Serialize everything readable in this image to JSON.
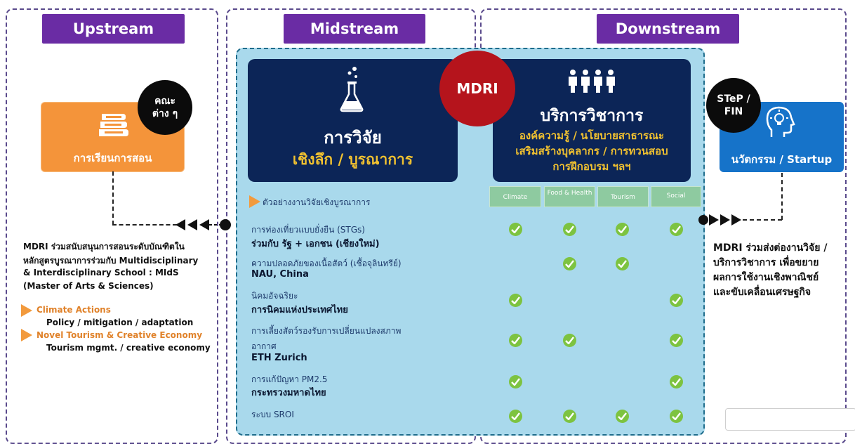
{
  "headers": {
    "upstream": "Upstream",
    "midstream": "Midstream",
    "downstream": "Downstream"
  },
  "upstream": {
    "badge": "คณะ\nต่าง ๆ",
    "card_label": "การเรียนการสอน",
    "description": [
      "MDRI ร่วมสนับสนุนการสอนระดับบัณฑิตใน",
      "หลักสูตรบูรณาการร่วมกับ Multidisciplinary",
      "& Interdisciplinary School : MIdS",
      "(Master of Arts & Sciences)"
    ],
    "bullets": [
      {
        "title": "Climate Actions",
        "sub": "Policy / mitigation / adaptation"
      },
      {
        "title": "Novel Tourism & Creative Economy",
        "sub": "Tourism mgmt. / creative economy"
      }
    ]
  },
  "mdri_label": "MDRI",
  "research": {
    "title": "การวิจัย",
    "subtitle": "เชิงลึก / บูรณาการ"
  },
  "service": {
    "title": "บริการวิชาการ",
    "lines": [
      "องค์ความรู้ / นโยบายสาธารณะ",
      "เสริมสร้างบุคลากร / การทวนสอบ",
      "การฝึกอบรม ฯลฯ"
    ]
  },
  "tags": [
    "Climate",
    "Food & Health",
    "Tourism",
    "Social"
  ],
  "examples_heading": "ตัวอย่างงานวิจัยเชิงบูรณาการ",
  "projects": [
    {
      "title": "การท่องเที่ยวแบบยั่งยืน (STGs)",
      "subtitle": "ร่วมกับ รัฐ + เอกชน (เชียงใหม่)",
      "checks": [
        true,
        true,
        true,
        true
      ]
    },
    {
      "title": "ความปลอดภัยของเนื้อสัตว์ (เชื้อจุลินทรีย์)",
      "subtitle": "NAU, China",
      "checks": [
        false,
        true,
        true,
        false
      ]
    },
    {
      "title": "นิคมอัจฉริยะ",
      "subtitle": "การนิคมแห่งประเทศไทย",
      "checks": [
        true,
        false,
        false,
        true
      ]
    },
    {
      "title": "การเลี้ยงสัตว์รองรับการเปลี่ยนแปลงสภาพ",
      "title2": "อากาศ",
      "subtitle": "ETH Zurich",
      "checks": [
        true,
        true,
        false,
        true
      ]
    },
    {
      "title": "การแก้ปัญหา PM2.5",
      "subtitle": "กระทรวงมหาดไทย",
      "checks": [
        true,
        false,
        false,
        true
      ]
    },
    {
      "title": "ระบบ SROI",
      "subtitle": "",
      "checks": [
        true,
        true,
        true,
        true
      ]
    }
  ],
  "downstream": {
    "badge": "STeP /\nFIN",
    "card_label": "นวัตกรรม / Startup",
    "description": [
      "MDRI ร่วมส่งต่องานวิจัย /",
      "บริการวิชาการ เพื่อขยาย",
      "ผลการใช้งานเชิงพาณิชย์",
      "และขับเคลื่อนเศรษฐกิจ"
    ]
  },
  "colors": {
    "purple": "#6a2ca4",
    "navy": "#0c2557",
    "orange": "#f4943a",
    "blue": "#1673c9",
    "mdri_red": "#b5141c",
    "check": "#7dc340"
  }
}
